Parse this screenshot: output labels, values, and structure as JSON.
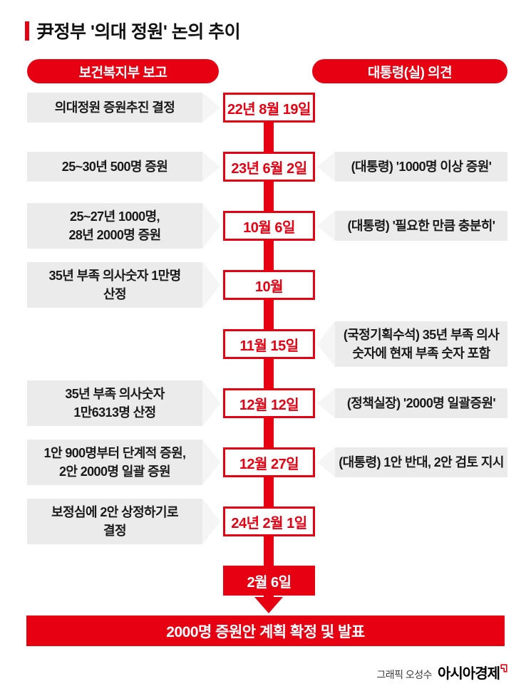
{
  "title": "尹정부 '의대 정원' 논의 추이",
  "columns": {
    "left_header": "보건복지부 보고",
    "right_header": "대통령(실) 의견"
  },
  "colors": {
    "accent_red": "#e60012",
    "callout_gray": "#ebebeb",
    "callout_tip_gray": "#f5f5f5",
    "text_black": "#111111",
    "white": "#ffffff"
  },
  "timeline": {
    "rows": [
      {
        "date": "22년 8월 19일",
        "left": "의대정원 증원추진 결정",
        "right": null
      },
      {
        "date": "23년 6월 2일",
        "left": "25~30년 500명 증원",
        "right": "(대통령) '1000명 이상 증원'"
      },
      {
        "date": "10월 6일",
        "left": "25~27년 1000명,\n28년 2000명 증원",
        "right": "(대통령) '필요한 만큼 충분히'"
      },
      {
        "date": "10월",
        "left": "35년 부족 의사숫자 1만명\n산정",
        "right": null
      },
      {
        "date": "11월 15일",
        "left": null,
        "right": "(국정기획수석) 35년 부족 의사\n숫자에 현재 부족 숫자 포함"
      },
      {
        "date": "12월 12일",
        "left": "35년 부족 의사숫자\n1만6313명 산정",
        "right": "(정책실장) '2000명 일괄증원'"
      },
      {
        "date": "12월 27일",
        "left": "1안 900명부터 단계적 증원,\n2안 2000명 일괄 증원",
        "right": "(대통령) 1안 반대, 2안 검토 지시"
      },
      {
        "date": "24년 2월 1일",
        "left": "보정심에 2안 상정하기로\n결정",
        "right": null
      },
      {
        "date": "2월 6일",
        "left": null,
        "right": null
      }
    ]
  },
  "final_banner": "2000명 증원안 계획 확정 및 발표",
  "credit": {
    "label": "그래픽 오성수",
    "brand": "아시아경제",
    "brand_mark": "asia-economy-logo-mark"
  }
}
